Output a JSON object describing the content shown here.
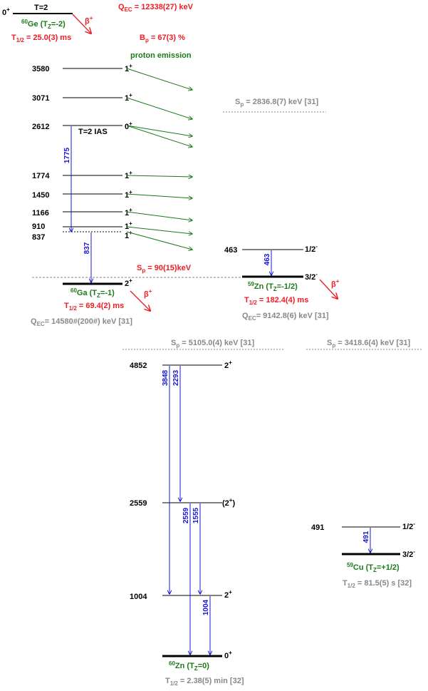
{
  "colors": {
    "level": "#000000",
    "gamma": "#1414d2",
    "proton": "#1a7a1a",
    "beta": "#ee1c24",
    "sp_line": "#888888",
    "green_text": "#1a7a1a",
    "red_text": "#ee1c24",
    "gray_text": "#888888"
  },
  "ge60": {
    "spin": "0",
    "spin_parity": "+",
    "isospin": "T=2",
    "mass": "60",
    "name": "Ge (T",
    "tz_sub": "Z",
    "tz_val": "=-2)",
    "beta_mark": "β",
    "beta_sign": "+",
    "qec_main": "Q",
    "qec_sub": "EC",
    "qec_val": " = 12338(27) keV",
    "half_main": "T",
    "half_sub": "1/2",
    "half_val": " = 25.0(3) ms",
    "bp_main": "B",
    "bp_sub": "p",
    "bp_val": " = 67(3) %",
    "proton_label": "proton emission"
  },
  "ga60": {
    "levels": [
      {
        "energy": "3580",
        "spin": "1",
        "parity": "+"
      },
      {
        "energy": "3071",
        "spin": "1",
        "parity": "+"
      },
      {
        "energy": "2612",
        "spin": "0",
        "parity": "+"
      },
      {
        "energy": "1774",
        "spin": "1",
        "parity": "+"
      },
      {
        "energy": "1450",
        "spin": "1",
        "parity": "+"
      },
      {
        "energy": "1166",
        "spin": "1",
        "parity": "+"
      },
      {
        "energy": "910",
        "spin": "1",
        "parity": "+"
      },
      {
        "energy": "837",
        "spin": "1",
        "parity": "+"
      }
    ],
    "ias_label": "T=2  IAS",
    "gamma_1775": "1775",
    "gamma_837": "837",
    "ground_spin": "2",
    "ground_parity": "+",
    "mass": "60",
    "name": "Ga (T",
    "tz_sub": "Z",
    "tz_val": "=-1)",
    "sp_main": "S",
    "sp_sub": "p",
    "sp_val": " = 90(15)keV",
    "beta_mark": "β",
    "beta_sign": "+",
    "half_main": "T",
    "half_sub": "1/2",
    "half_val": " = 69.4(2) ms",
    "qec_main": "Q",
    "qec_sub": "EC",
    "qec_val": "= 14580#(200#) keV [31]"
  },
  "zn59": {
    "sp_main": "S",
    "sp_sub": "p",
    "sp_val": " = 2836.8(7) keV [31]",
    "excited_energy": "463",
    "excited_spin": "1/2",
    "excited_parity": "-",
    "gamma": "463",
    "ground_spin": "3/2",
    "ground_parity": "-",
    "mass": "59",
    "name": "Zn (T",
    "tz_sub": "Z",
    "tz_val": "=-1/2)",
    "beta_mark": "β",
    "beta_sign": "+",
    "half_main": "T",
    "half_sub": "1/2",
    "half_val": " = 182.4(4) ms",
    "qec_main": "Q",
    "qec_sub": "EC",
    "qec_val": "= 9142.8(6) keV [31]"
  },
  "zn60": {
    "sp_main": "S",
    "sp_sub": "p",
    "sp_val": " = 5105.0(4) keV [31]",
    "level_4852": "4852",
    "spin_4852": "2",
    "parity_4852": "+",
    "level_2559": "2559",
    "spin_2559": "(2",
    "parity_2559": "+",
    "close_2559": ")",
    "level_1004": "1004",
    "spin_1004": "2",
    "parity_1004": "+",
    "gammas": {
      "g3848": "3848",
      "g2293": "2293",
      "g2559": "2559",
      "g1555": "1555",
      "g1004": "1004"
    },
    "ground_spin": "0",
    "ground_parity": "+",
    "mass": "60",
    "name": "Zn (T",
    "tz_sub": "Z",
    "tz_val": "=0)",
    "half_main": "T",
    "half_sub": "1/2",
    "half_val": " = 2.38(5) min [32]"
  },
  "cu59": {
    "sp_main": "S",
    "sp_sub": "p",
    "sp_val": " = 3418.6(4) keV [31]",
    "excited_energy": "491",
    "excited_spin": "1/2",
    "excited_parity": "-",
    "gamma": "491",
    "ground_spin": "3/2",
    "ground_parity": "-",
    "mass": "59",
    "name": "Cu (T",
    "tz_sub": "Z",
    "tz_val": "=+1/2)",
    "half_main": "T",
    "half_sub": "1/2",
    "half_val": " = 81.5(5) s [32]"
  }
}
